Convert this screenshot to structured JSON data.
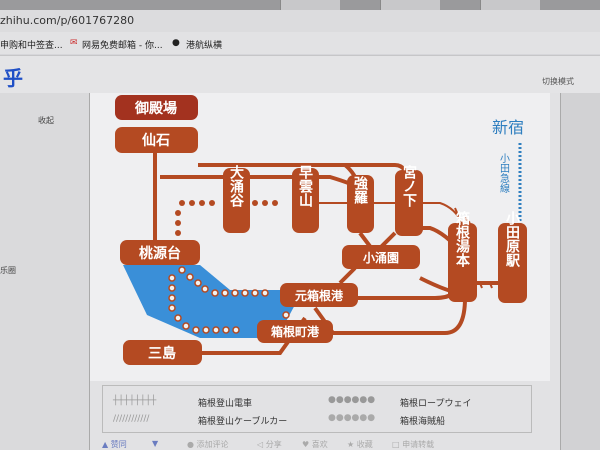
{
  "browser": {
    "url": "zhihu.com/p/601767280",
    "bookmarks": [
      "申购和中签查...",
      "网易免费邮箱 - 你...",
      "港航纵横"
    ]
  },
  "header": {
    "logo": "乎",
    "switch_mode": "切换模式"
  },
  "sidebar": {
    "collapse": "收起",
    "item": "乐圈"
  },
  "map": {
    "colors": {
      "station": "#b44a22",
      "dark": "#a3321f",
      "lake": "#3a8fd8",
      "odakyu": "#2f7fc0"
    },
    "stations": {
      "gotemba": "御殿場",
      "sengoku": "仙石",
      "owakudani": "大涌谷",
      "sounzan": "早雲山",
      "gora": "強羅",
      "miyanoshita": "宮ノ下",
      "togendai": "桃源台",
      "kowakien": "小涌園",
      "yumoto": "箱根湯本",
      "odawara": "小田原駅",
      "motohakone": "元箱根港",
      "hakonemachi": "箱根町港",
      "mishima": "三島",
      "shinjuku": "新宿"
    },
    "odakyu_line": "小田急線"
  },
  "legend": {
    "train": "箱根登山電車",
    "cable": "箱根登山ケーブルカー",
    "ropeway": "箱根ロープウェイ",
    "ship": "箱根海賊船"
  },
  "actions": [
    "▲ 赞同",
    "▼",
    "● 添加评论",
    "◁ 分享",
    "♥ 喜欢",
    "★ 收藏",
    "□ 申请转载"
  ]
}
